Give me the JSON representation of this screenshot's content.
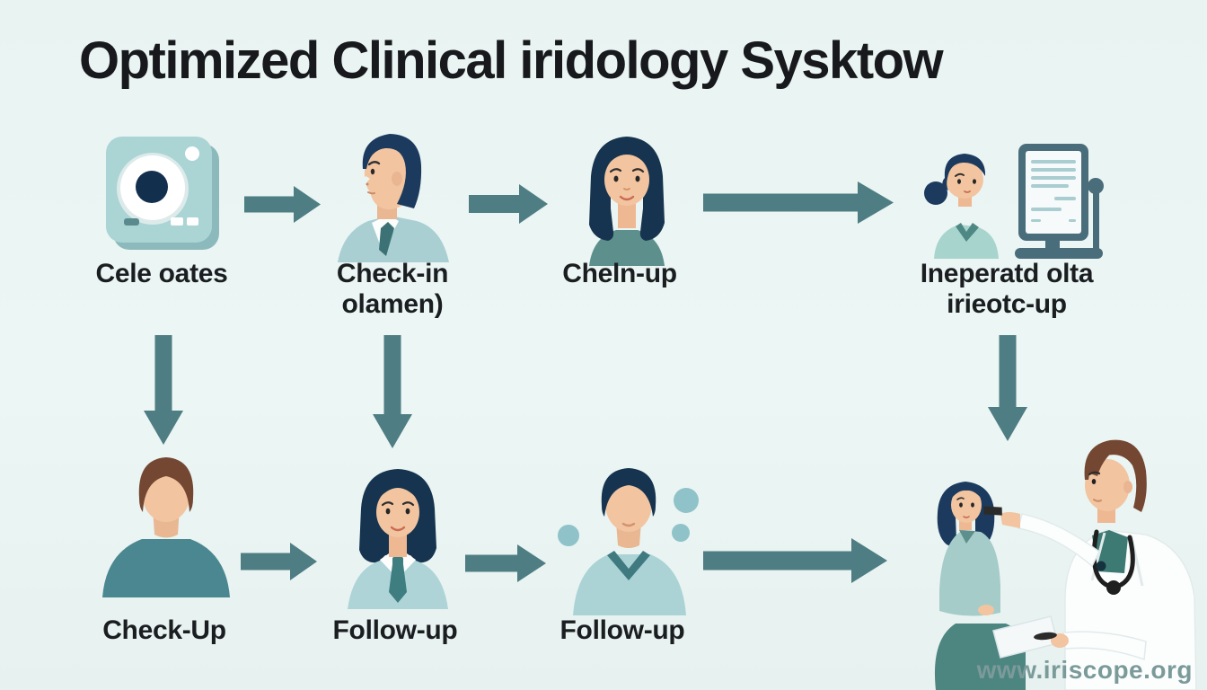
{
  "title": "Optimized Clinical iridology Sysktow",
  "watermark": "www.iriscope.org",
  "colors": {
    "background": "#eaf4f2",
    "arrow": "#4e7d83",
    "label_text": "#1b1e21",
    "teal_light": "#abd4d5",
    "teal_mid": "#5d8f8c",
    "teal_dark": "#3e7d80",
    "navy_hair": "#1c3a5e",
    "brown_hair": "#744733",
    "skin": "#f2c4a0",
    "watermark_text": "#7b9a9a"
  },
  "flow": {
    "top": [
      {
        "label": "Cele oates",
        "icon": "iriscope-camera-icon"
      },
      {
        "label": "Check-in olamen)",
        "icon": "man-profile-icon"
      },
      {
        "label": "Cheln-up",
        "icon": "woman-portrait-icon"
      },
      {
        "label": "Ineperatd olta irieotc-up",
        "icon": "receptionist-monitor-icon"
      }
    ],
    "bottom": [
      {
        "label": "Check-Up",
        "icon": "man-bust-icon"
      },
      {
        "label": "Follow-up",
        "icon": "woman-tie-icon"
      },
      {
        "label": "Follow-up",
        "icon": "man-dots-icon"
      },
      {
        "label": "",
        "icon": "doctor-eye-exam-illustration"
      }
    ]
  }
}
